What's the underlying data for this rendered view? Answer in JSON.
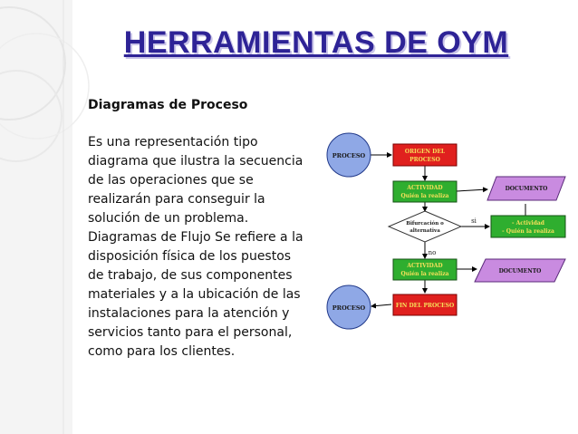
{
  "slide": {
    "title": "HERRAMIENTAS DE OYM",
    "subtitle": "Diagramas de Proceso",
    "paragraph": "Es una representación tipo diagrama que ilustra la secuencia de las operaciones que se realizarán para conseguir la solución de un problema. Diagramas de Flujo Se refiere a la disposición física de los puestos de trabajo, de sus componentes materiales y a la ubicación de las instalaciones para la atención y servicios tanto para el personal, como para los clientes."
  },
  "diagram": {
    "start_circle": "PROCESO",
    "origin_box": [
      "ORIGEN DEL",
      "PROCESO"
    ],
    "activity_1": [
      "ACTIVIDAD",
      "Quién la realiza"
    ],
    "document_1": "DOCUMENTO",
    "decision": [
      "Bifurcación o",
      "alternativa"
    ],
    "yes_label": "si",
    "no_label": "no",
    "side_activity": [
      "- Actividad",
      "- Quién la realiza"
    ],
    "activity_2": [
      "ACTIVIDAD",
      "Quién la realiza"
    ],
    "document_2": "DOCUMENTO",
    "end_box": "FIN DEL PROCESO",
    "end_circle": "PROCESO",
    "colors": {
      "circle_fill": "#8fa8e6",
      "red_box": "#e0201e",
      "green_box": "#2fae2f",
      "doc_fill": "#c98be0",
      "decision_fill": "#ffffff"
    }
  }
}
